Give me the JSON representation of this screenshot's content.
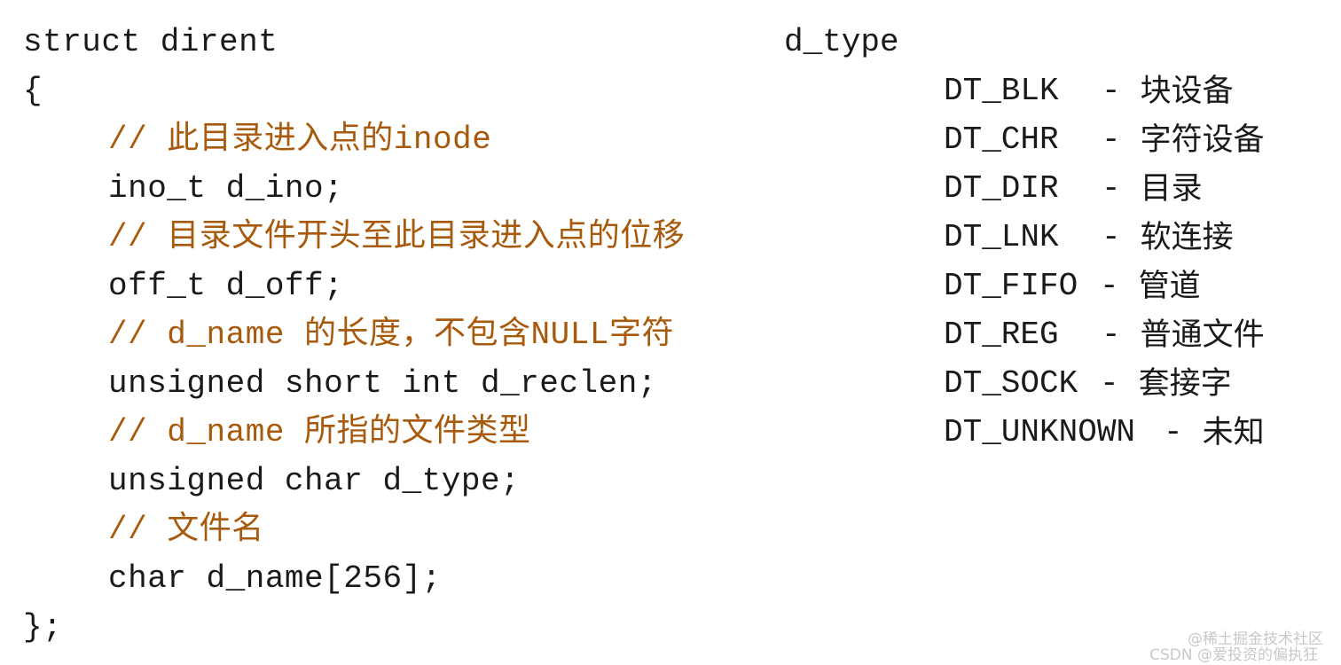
{
  "code": {
    "lines": [
      {
        "text": "struct dirent",
        "kind": "code",
        "indent": 0
      },
      {
        "text": "{",
        "kind": "code",
        "indent": 0
      },
      {
        "text": "// 此目录进入点的inode",
        "kind": "comment",
        "indent": 1
      },
      {
        "text": "ino_t d_ino;",
        "kind": "code",
        "indent": 1
      },
      {
        "text": "// 目录文件开头至此目录进入点的位移",
        "kind": "comment",
        "indent": 1
      },
      {
        "text": "off_t d_off;",
        "kind": "code",
        "indent": 1
      },
      {
        "text": "// d_name 的长度，不包含NULL字符",
        "kind": "comment",
        "indent": 1
      },
      {
        "text": "unsigned short int d_reclen;",
        "kind": "code",
        "indent": 1
      },
      {
        "text": "// d_name 所指的文件类型",
        "kind": "comment",
        "indent": 1
      },
      {
        "text": "unsigned char d_type;",
        "kind": "code",
        "indent": 1
      },
      {
        "text": "// 文件名",
        "kind": "comment",
        "indent": 1
      },
      {
        "text": "char d_name[256];",
        "kind": "code",
        "indent": 1
      },
      {
        "text": "};",
        "kind": "code",
        "indent": 0
      }
    ]
  },
  "dtype": {
    "header": "d_type",
    "entries": [
      {
        "name": "DT_BLK",
        "sep": "-",
        "desc": "块设备"
      },
      {
        "name": "DT_CHR",
        "sep": "-",
        "desc": "字符设备"
      },
      {
        "name": "DT_DIR",
        "sep": "-",
        "desc": "目录"
      },
      {
        "name": "DT_LNK",
        "sep": "-",
        "desc": "软连接"
      },
      {
        "name": "DT_FIFO",
        "sep": "-",
        "desc": "管道"
      },
      {
        "name": "DT_REG",
        "sep": "-",
        "desc": "普通文件"
      },
      {
        "name": "DT_SOCK",
        "sep": "-",
        "desc": "套接字"
      },
      {
        "name": "DT_UNKNOWN",
        "sep": "-",
        "desc": "未知"
      }
    ]
  },
  "watermark": {
    "line1": "@稀土掘金技术社区",
    "line2": "CSDN @爱投资的偏执狂"
  },
  "colors": {
    "code": "#1a1a1a",
    "comment": "#a85a0c",
    "watermark": "#c8c8c8",
    "background": "#ffffff"
  }
}
